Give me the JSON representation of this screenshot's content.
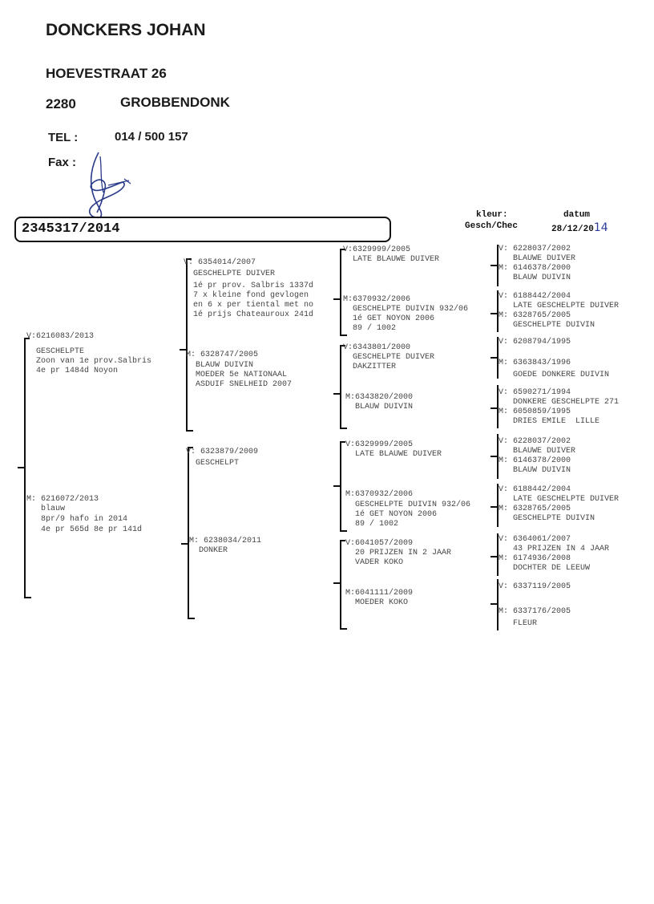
{
  "owner": {
    "name": "DONCKERS JOHAN",
    "street": "HOEVESTRAAT 26",
    "postcode": "2280",
    "city": "GROBBENDONK",
    "tel_label": "TEL :",
    "tel": "014 / 500 157",
    "fax_label": "Fax :"
  },
  "pigeon": {
    "ring": "2345317/2014",
    "color_label": "kleur:",
    "color": "Gesch/Chec",
    "date_label": "datum",
    "date_printed": "28/12/20",
    "date_handwritten": "14"
  },
  "pedigree": {
    "gen1": [
      {
        "lines": [
          "V:6216083/2013",
          "  GESCHELPTE",
          "  Zoon van 1e prov.Salbris",
          "  4e pr 1484d Noyon"
        ]
      },
      {
        "lines": [
          "M: 6216072/2013",
          "   blauw",
          "   8pr/9 hafo in 2014",
          "   4e pr 565d 8e pr 141d"
        ]
      }
    ],
    "gen2": [
      {
        "lines": [
          "V: 6354014/2007",
          "  GESCHELPTE DUIVER",
          "  1é pr prov. Salbris 1337d",
          "  7 x kleine fond gevlogen",
          "  en 6 x per tiental met no",
          "  1é prijs Chateauroux 241d"
        ]
      },
      {
        "lines": [
          "M: 6328747/2005",
          "  BLAUW DUIVIN",
          "  MOEDER 5e NATIONAAL",
          "  ASDUIF SNELHEID 2007"
        ]
      },
      {
        "lines": [
          "V: 6323879/2009",
          "  GESCHELPT"
        ]
      },
      {
        "lines": [
          "M: 6238034/2011",
          "  DONKER"
        ]
      }
    ],
    "gen3": [
      {
        "lines": [
          "V:6329999/2005",
          "  LATE BLAUWE DUIVER"
        ]
      },
      {
        "lines": [
          "M:6370932/2006",
          "  GESCHELPTE DUIVIN 932/06",
          "  1é GET NOYON 2006",
          "  89 / 1002"
        ]
      },
      {
        "lines": [
          "V:6343801/2000",
          "  GESCHELPTE DUIVER",
          "  DAKZITTER"
        ]
      },
      {
        "lines": [
          "M:6343820/2000",
          "  BLAUW DUIVIN"
        ]
      },
      {
        "lines": [
          "V:6329999/2005",
          "  LATE BLAUWE DUIVER"
        ]
      },
      {
        "lines": [
          "M:6370932/2006",
          "  GESCHELPTE DUIVIN 932/06",
          "  1é GET NOYON 2006",
          "  89 / 1002"
        ]
      },
      {
        "lines": [
          "V:6041057/2009",
          "  20 PRIJZEN IN 2 JAAR",
          "  VADER KOKO"
        ]
      },
      {
        "lines": [
          "M:6041111/2009",
          "  MOEDER KOKO"
        ]
      }
    ],
    "gen4": [
      {
        "lines": [
          "V: 6228037/2002",
          "   BLAUWE DUIVER",
          "M: 6146378/2000",
          "   BLAUW DUIVIN"
        ]
      },
      {
        "lines": [
          "V: 6188442/2004",
          "   LATE GESCHELPTE DUIVER",
          "M: 6328765/2005",
          "   GESCHELPTE DUIVIN"
        ]
      },
      {
        "lines": [
          "V: 6208794/1995",
          "",
          "M: 6363843/1996",
          "   GOEDE DONKERE DUIVIN"
        ]
      },
      {
        "lines": [
          "V: 6590271/1994",
          "   DONKERE GESCHELPTE 271",
          "M: 6050859/1995",
          "   DRIES EMILE  LILLE"
        ]
      },
      {
        "lines": [
          "V: 6228037/2002",
          "   BLAUWE DUIVER",
          "M: 6146378/2000",
          "   BLAUW DUIVIN"
        ]
      },
      {
        "lines": [
          "V: 6188442/2004",
          "   LATE GESCHELPTE DUIVER",
          "M: 6328765/2005",
          "   GESCHELPTE DUIVIN"
        ]
      },
      {
        "lines": [
          "V: 6364061/2007",
          "   43 PRIJZEN IN 4 JAAR",
          "M: 6174936/2008",
          "   DOCHTER DE LEEUW"
        ]
      },
      {
        "lines": [
          "V: 6337119/2005",
          "",
          "M: 6337176/2005",
          "   FLEUR"
        ]
      }
    ]
  }
}
